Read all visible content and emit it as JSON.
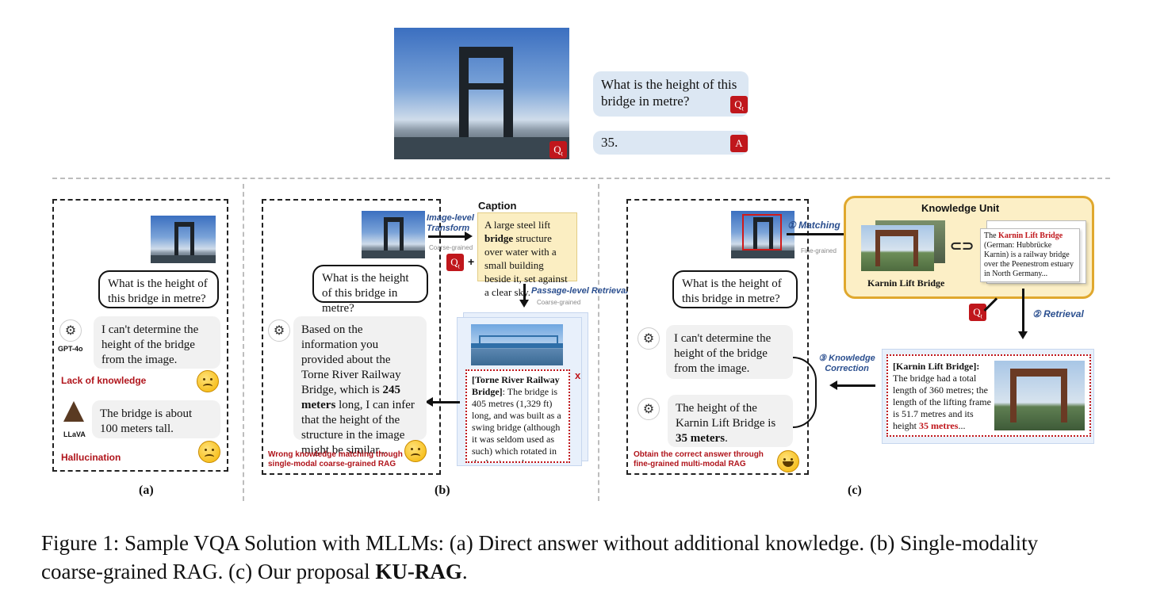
{
  "top": {
    "question": "What is the height of this bridge in metre?",
    "answer": "35.",
    "q_badge": "Q",
    "q_sub": "t",
    "a_badge": "A"
  },
  "panel_a": {
    "question": "What is the height of this bridge in metre?",
    "gpt_answer": "I can't determine the height of the bridge from the image.",
    "gpt_label": "GPT-4o",
    "gpt_tag": "Lack of knowledge",
    "llava_answer": "The bridge is about 100 meters tall.",
    "llava_label": "LLaVA",
    "llava_tag": "Hallucination",
    "sub_label": "(a)"
  },
  "panel_b": {
    "transform_label": "Image-level Transform",
    "coarse1": "Coarse-grained",
    "caption_title": "Caption",
    "caption_pre": "A large steel lift ",
    "caption_bold": "bridge",
    "caption_post": " structure over water with a small building beside it, set against a clear sky.",
    "plus": "+",
    "retrieval_label": "Passage-level Retrieval",
    "coarse2": "Coarse-grained",
    "passage_title": "[Torne River Railway Bridge]",
    "passage_text": ": The bridge is 405 metres (1,329 ft) long, and was built as a swing bridge (although it was seldom used as such) which rotated in the horizontal...",
    "x_mark": "x",
    "question": "What is the height of this bridge in metre?",
    "answer_pre": "Based on the information you provided about the Torne River Railway Bridge, which is ",
    "answer_bold": "245 meters",
    "answer_post": " long, I can infer that the height of the structure in the image might be similar...",
    "tag": "Wrong knowledge matching though single-modal coarse-grained RAG",
    "sub_label": "(b)"
  },
  "panel_c": {
    "matching_label": "① Matching",
    "fine": "Fine-grained",
    "ku_title": "Knowledge Unit",
    "ku_img_label": "Karnin Lift Bridge",
    "doc_pre": "The ",
    "doc_red": "Karnin Lift Bridge",
    "doc_post": " (German: Hubbrücke Karnin) is a railway bridge over the Peenestrom estuary in North Germany...",
    "retrieval_label": "② Retrieval",
    "correction_label": "③ Knowledge Correction",
    "knowledge_title": "[Karnin Lift Bridge]:",
    "knowledge_text": " The bridge had a total length of 360 metres; the length of the lifting frame is 51.7 metres and its height ",
    "knowledge_red": "35 metres",
    "knowledge_end": "...",
    "question": "What is the height of this bridge in metre?",
    "answer1": "I can't determine the height of the bridge from the image.",
    "answer2_pre": "The height of the Karnin Lift Bridge is ",
    "answer2_bold": "35 meters",
    "answer2_post": ".",
    "tag": "Obtain the correct answer through fine-grained multi-modal RAG",
    "sub_label": "(c)"
  },
  "figure_caption": {
    "line1": "Figure 1: Sample VQA Solution with MLLMs: (a) Direct answer without additional knowledge. (b) Single-modality",
    "line2_pre": "coarse-grained RAG. (c) Our proposal ",
    "line2_bold": "KU-RAG",
    "line2_post": "."
  }
}
